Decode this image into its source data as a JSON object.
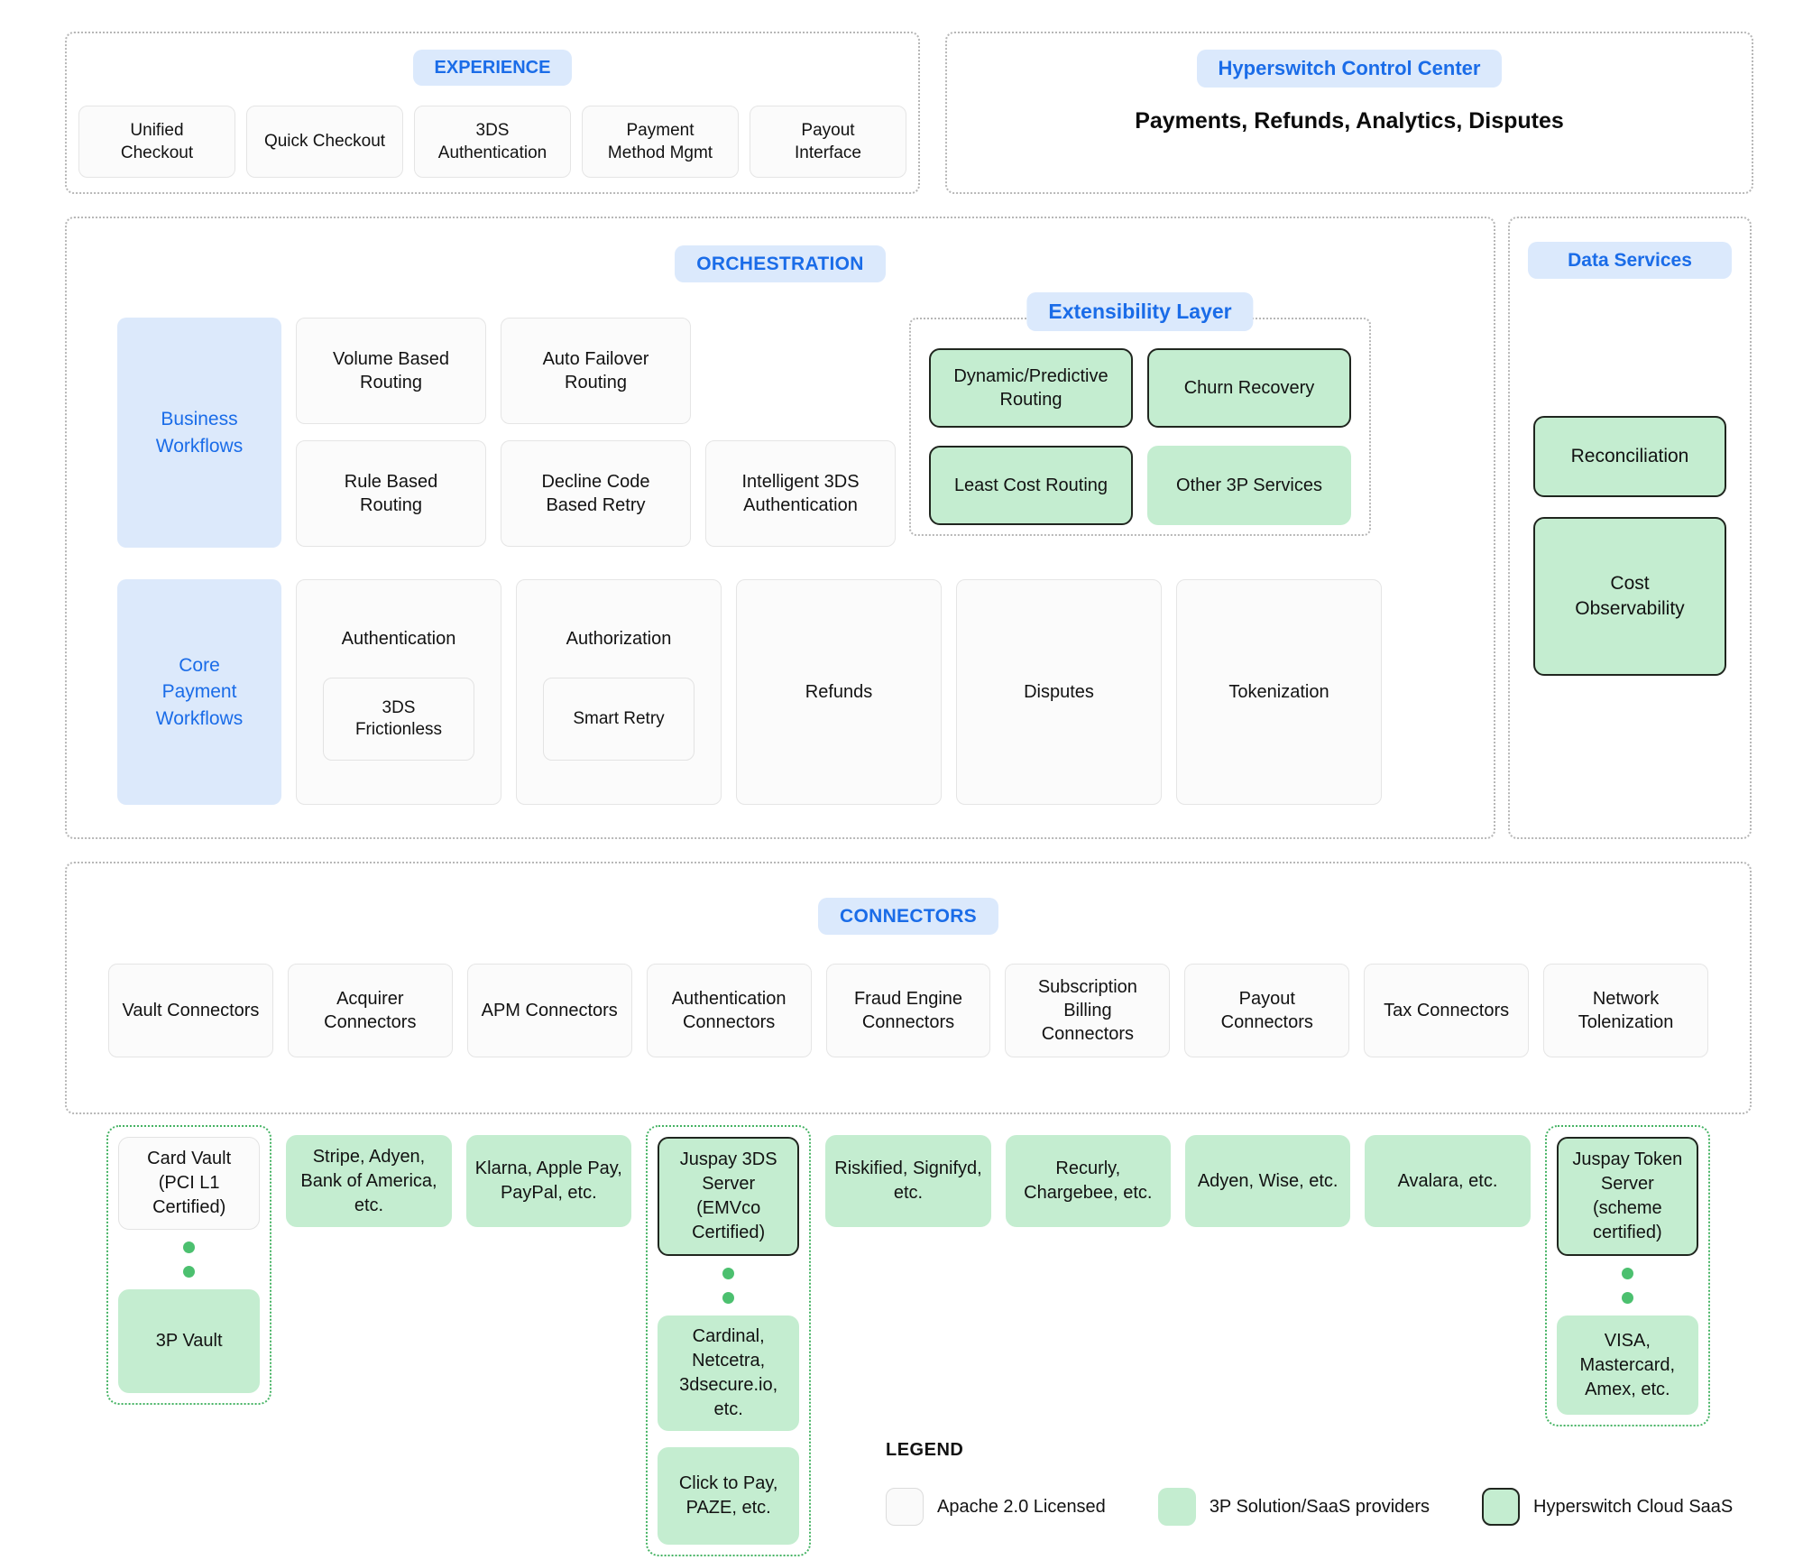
{
  "colors": {
    "accent_blue": "#1a6ce8",
    "pill_bg": "#dbe9fc",
    "panel_blue_bg": "#dce9fb",
    "green": "#c4edd0",
    "green_dash_border": "#46b364",
    "green_dot": "#4cc06f",
    "dark_border": "#20261f"
  },
  "experience": {
    "label": "EXPERIENCE",
    "items": [
      "Unified Checkout",
      "Quick Checkout",
      "3DS Authentication",
      "Payment Method Mgmt",
      "Payout Interface"
    ]
  },
  "control_center": {
    "label": "Hyperswitch Control Center",
    "description": "Payments, Refunds, Analytics, Disputes"
  },
  "orchestration": {
    "label": "ORCHESTRATION",
    "business_workflows": {
      "label": "Business Workflows",
      "items": [
        "Volume Based Routing",
        "Auto Failover Routing",
        "Rule Based Routing",
        "Decline Code Based Retry",
        "Intelligent 3DS Authentication"
      ]
    },
    "extensibility": {
      "label": "Extensibility Layer",
      "items": [
        {
          "label": "Dynamic/Predictive Routing",
          "style": "cloud"
        },
        {
          "label": "Churn Recovery",
          "style": "cloud"
        },
        {
          "label": "Least Cost Routing",
          "style": "cloud"
        },
        {
          "label": "Other 3P Services",
          "style": "3p"
        }
      ]
    },
    "core": {
      "label": "Core Payment Workflows",
      "authentication": {
        "label": "Authentication",
        "child": "3DS Frictionless"
      },
      "authorization": {
        "label": "Authorization",
        "child": "Smart Retry"
      },
      "items": [
        "Refunds",
        "Disputes",
        "Tokenization"
      ]
    }
  },
  "data_services": {
    "label": "Data Services",
    "items": [
      "Reconciliation",
      "Cost Observability"
    ]
  },
  "connectors": {
    "label": "CONNECTORS",
    "items": [
      "Vault Connectors",
      "Acquirer Connectors",
      "APM Connectors",
      "Authentication Connectors",
      "Fraud Engine Connectors",
      "Subscription Billing Connectors",
      "Payout Connectors",
      "Tax Connectors",
      "Network Tolenization"
    ]
  },
  "providers": {
    "vault": {
      "primary": "Card Vault",
      "primary_sub": "(PCI L1 Certified)",
      "secondary": "3P Vault"
    },
    "acquirer": "Stripe, Adyen, Bank of America, etc.",
    "apm": "Klarna, Apple Pay, PayPal, etc.",
    "three_ds": {
      "primary": "Juspay 3DS Server",
      "primary_sub": "(EMVco Certified)",
      "secondary": "Cardinal, Netcetra, 3dsecure.io, etc.",
      "tertiary": "Click to Pay, PAZE, etc."
    },
    "fraud": "Riskified, Signifyd, etc.",
    "billing": "Recurly, Chargebee, etc.",
    "payout": "Adyen, Wise, etc.",
    "tax": "Avalara, etc.",
    "token": {
      "primary": "Juspay Token Server",
      "primary_sub": "(scheme certified)",
      "secondary": "VISA, Mastercard, Amex, etc."
    }
  },
  "legend": {
    "title": "LEGEND",
    "items": [
      {
        "label": "Apache 2.0 Licensed",
        "style": "apache"
      },
      {
        "label": "3P Solution/SaaS providers",
        "style": "3p"
      },
      {
        "label": "Hyperswitch Cloud SaaS",
        "style": "cloud"
      }
    ]
  }
}
